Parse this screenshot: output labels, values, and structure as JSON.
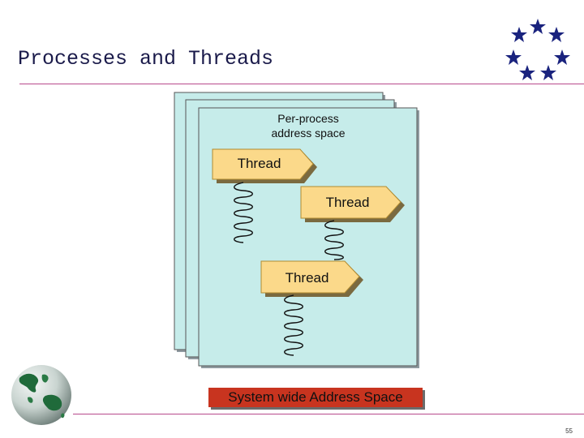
{
  "slide": {
    "title": "Processes and Threads",
    "page_number": "55"
  },
  "diagram": {
    "address_space_label_line1": "Per-process",
    "address_space_label_line2": "address space",
    "threads": [
      "Thread",
      "Thread",
      "Thread"
    ],
    "system_label": "System wide Address Space"
  },
  "colors": {
    "process_fill": "#c6ecea",
    "thread_fill": "#fbd98a",
    "system_bar_fill": "#c8341f",
    "rule": "#b84a8c",
    "stars": "#1a237e"
  },
  "icons": [
    "eu-stars-logo",
    "globe-icon"
  ]
}
